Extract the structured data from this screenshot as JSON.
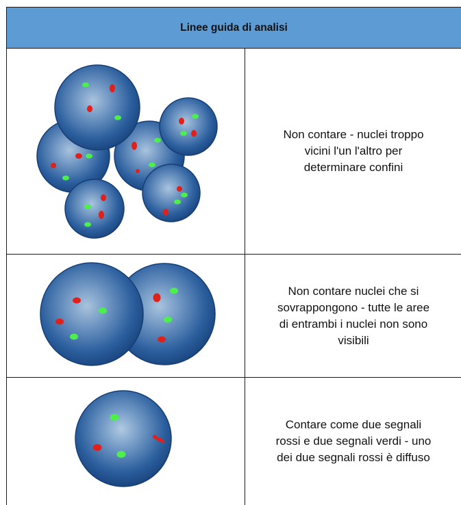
{
  "title": "Linee guida di analisi",
  "rows": [
    {
      "text": [
        "Non contare - nuclei troppo",
        "vicini l'un l'altro per",
        "determinare confini"
      ]
    },
    {
      "text": [
        "Non contare nuclei che si",
        "sovrappongono - tutte le aree",
        "di entrambi i nuclei non sono",
        "visibili"
      ]
    },
    {
      "text": [
        "Contare come due segnali",
        "rossi e due segnali verdi - uno",
        "dei due segnali rossi è diffuso"
      ]
    }
  ],
  "colors": {
    "header": "#5d9bd4",
    "nucleus": "#1f5a9c",
    "signal_red": "#e0201b",
    "signal_green": "#4cf04a"
  }
}
